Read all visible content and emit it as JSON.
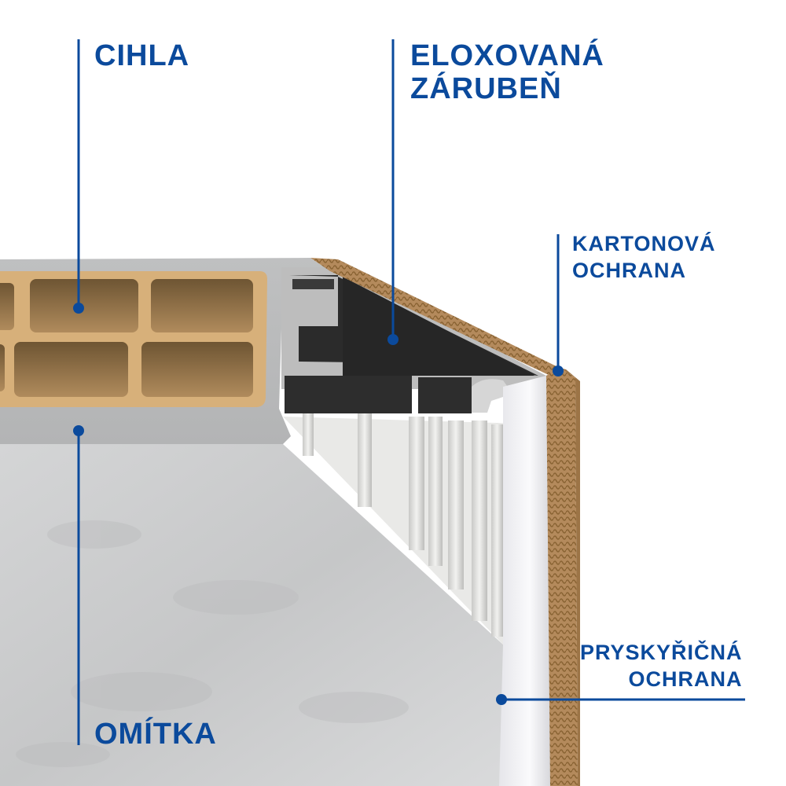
{
  "colors": {
    "accent": "#0b4a9c",
    "plaster": "#cfd0d1",
    "brick": "#d7b07a",
    "anodized_frame": "#2a2a2a",
    "cardboard": "#b48a5c",
    "resin": "#f1f1f3"
  },
  "labels": {
    "brick": "CIHLA",
    "frame": [
      "ELOXOVANÁ",
      "ZÁRUBEŇ"
    ],
    "cardboard": [
      "KARTONOVÁ",
      "OCHRANA"
    ],
    "resin": [
      "PRYSKYŘIČNÁ",
      "OCHRANA"
    ],
    "plaster": "OMÍTKA"
  }
}
